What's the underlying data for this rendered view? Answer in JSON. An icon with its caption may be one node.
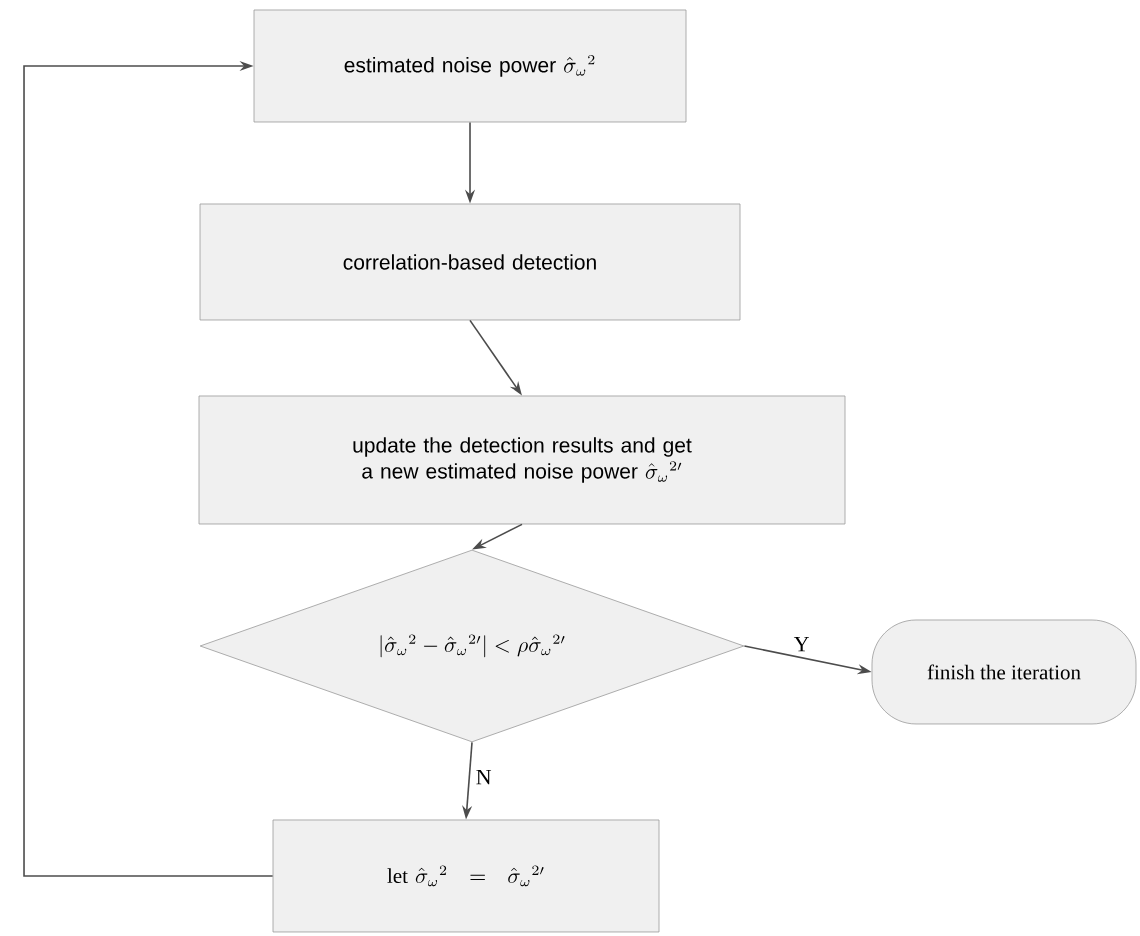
{
  "diagram": {
    "nodes": [
      {
        "text": [
          "estimated noise power",
          "\\hat{\\sigma}_{\\omega}{}^{2}"
        ]
      },
      {
        "text": [
          "correlation-based detection"
        ]
      },
      {
        "text": [
          "update the detection results and get a new estimated noise power",
          "\\hat{\\sigma}_{\\omega}{}^{2\\prime}"
        ]
      },
      {
        "text": [
          "\\left|\\hat{\\sigma}_{\\omega}{}^{2}-\\hat{\\sigma}_{\\omega}{}^{2\\prime}\\right|<\\rho\\hat{\\sigma}_{\\omega}{}^{2\\prime}"
        ]
      },
      {
        "text": [
          "finish the iteration"
        ]
      },
      {
        "text": [
          "let",
          "\\hat{\\sigma}_{\\omega}{}^{2}=\\hat{\\sigma}_{\\omega}{}^{2\\prime}"
        ]
      }
    ],
    "edges": [
      {
        "from": 0,
        "to": 1,
        "arrow": "to"
      },
      {
        "from": 1,
        "to": 2,
        "arrow": "to"
      },
      {
        "from": 2,
        "to": 3,
        "arrow": "to"
      },
      {
        "from": 3,
        "to": 4,
        "arrow": "to",
        "label": "Y"
      },
      {
        "from": 3,
        "to": 5,
        "arrow": "to",
        "label": "N"
      },
      {
        "from": 5,
        "to": 0,
        "arrow": "to"
      }
    ]
  }
}
